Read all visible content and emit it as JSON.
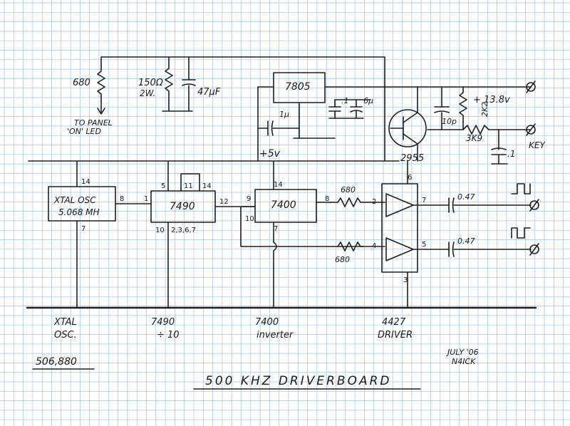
{
  "colors": {
    "paper": "#ffffff",
    "grid": "#9ec3e6",
    "ink": "#1e1e1e"
  },
  "title": "500 KHZ DRIVERBOARD",
  "frequency_note": "506,880",
  "date_sign": {
    "date": "JULY '06",
    "callsign": "N4ICK"
  },
  "supply": {
    "rail_label": "+5v",
    "input_voltage": "+ 13.8v",
    "key_label": "KEY"
  },
  "components": {
    "led_resistor": "680",
    "led_note_line1": "TO PANEL",
    "led_note_line2": "'ON' LED",
    "power_resistor_value": "150Ω",
    "power_resistor_rating": "2W.",
    "bulk_cap": "47μF",
    "regulator": "7805",
    "reg_cap_in": "1μ",
    "reg_cap_out1": ".1",
    "reg_cap_out2": "6μ",
    "transistor": "2955",
    "base_cap": "10p",
    "r_2k2": "2K2",
    "r_3k9": "3K9",
    "key_cap": ".1",
    "r_gate1": "680",
    "r_gate2": "680",
    "out_cap1": "0.47",
    "out_cap2": "0.47"
  },
  "blocks": {
    "osc_line1": "XTAL OSC",
    "osc_line2": "5.068 MH",
    "counter": "7490",
    "inverter": "7400"
  },
  "pins": {
    "osc_vcc": "14",
    "osc_out": "8",
    "osc_gnd": "7",
    "cnt_in": "1",
    "cnt_vcc": "5",
    "cnt_11": "11",
    "cnt_14": "14",
    "cnt_out": "12",
    "cnt_gnd": "10",
    "cnt_gnd_list": "2,3,6,7",
    "nand_vcc": "14",
    "nand_in_a": "9",
    "nand_in_b": "10",
    "nand_out": "8",
    "nand_gnd": "7",
    "drv_in_a": "2",
    "drv_out_a": "7",
    "drv_in_b": "4",
    "drv_out_b": "5",
    "drv_vcc": "6",
    "drv_gnd": "3"
  },
  "legend": {
    "osc_line1": "XTAL",
    "osc_line2": "OSC.",
    "counter_line1": "7490",
    "counter_line2": "÷ 10",
    "inverter_line1": "7400",
    "inverter_line2": "inverter",
    "driver_line1": "4427",
    "driver_line2": "DRIVER"
  }
}
